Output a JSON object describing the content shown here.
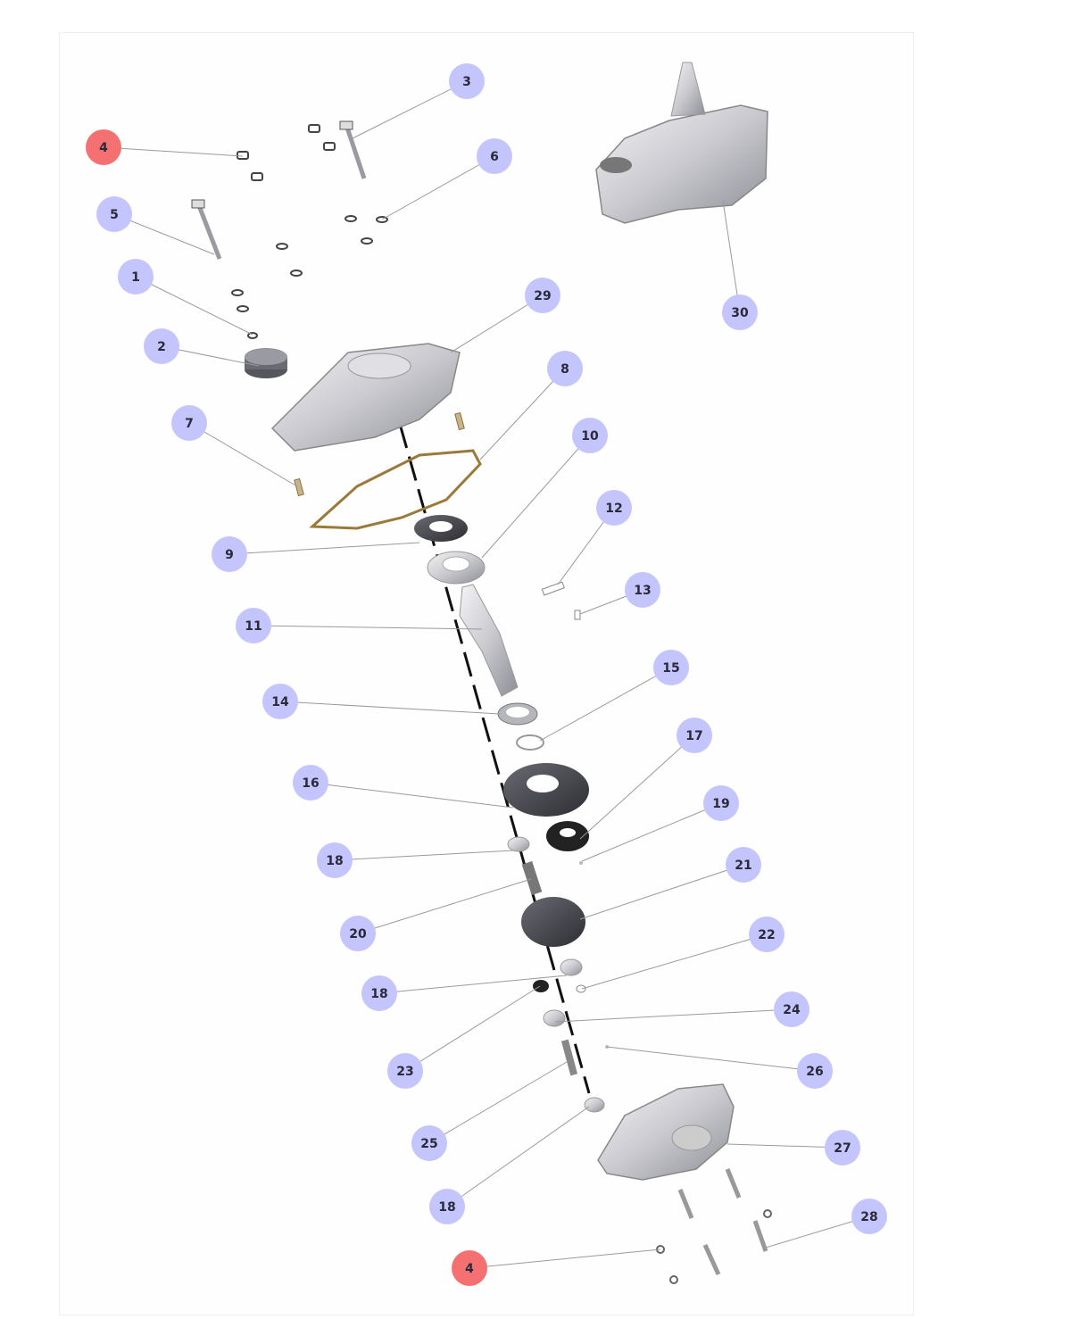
{
  "diagram": {
    "type": "exploded-parts-view",
    "colors": {
      "callout": "#c5c5fd",
      "callout_highlight": "#f57171",
      "gasket": "#9a7a3a"
    },
    "callouts": [
      {
        "label": "4",
        "highlighted": true
      },
      {
        "label": "3",
        "highlighted": false
      },
      {
        "label": "6",
        "highlighted": false
      },
      {
        "label": "5",
        "highlighted": false
      },
      {
        "label": "1",
        "highlighted": false
      },
      {
        "label": "29",
        "highlighted": false
      },
      {
        "label": "2",
        "highlighted": false
      },
      {
        "label": "8",
        "highlighted": false
      },
      {
        "label": "7",
        "highlighted": false
      },
      {
        "label": "10",
        "highlighted": false
      },
      {
        "label": "12",
        "highlighted": false
      },
      {
        "label": "9",
        "highlighted": false
      },
      {
        "label": "13",
        "highlighted": false
      },
      {
        "label": "11",
        "highlighted": false
      },
      {
        "label": "15",
        "highlighted": false
      },
      {
        "label": "14",
        "highlighted": false
      },
      {
        "label": "17",
        "highlighted": false
      },
      {
        "label": "16",
        "highlighted": false
      },
      {
        "label": "19",
        "highlighted": false
      },
      {
        "label": "18",
        "highlighted": false
      },
      {
        "label": "21",
        "highlighted": false
      },
      {
        "label": "20",
        "highlighted": false
      },
      {
        "label": "22",
        "highlighted": false
      },
      {
        "label": "18",
        "highlighted": false
      },
      {
        "label": "24",
        "highlighted": false
      },
      {
        "label": "23",
        "highlighted": false
      },
      {
        "label": "26",
        "highlighted": false
      },
      {
        "label": "25",
        "highlighted": false
      },
      {
        "label": "27",
        "highlighted": false
      },
      {
        "label": "18",
        "highlighted": false
      },
      {
        "label": "28",
        "highlighted": false
      },
      {
        "label": "4",
        "highlighted": true
      },
      {
        "label": "30",
        "highlighted": false
      }
    ]
  }
}
